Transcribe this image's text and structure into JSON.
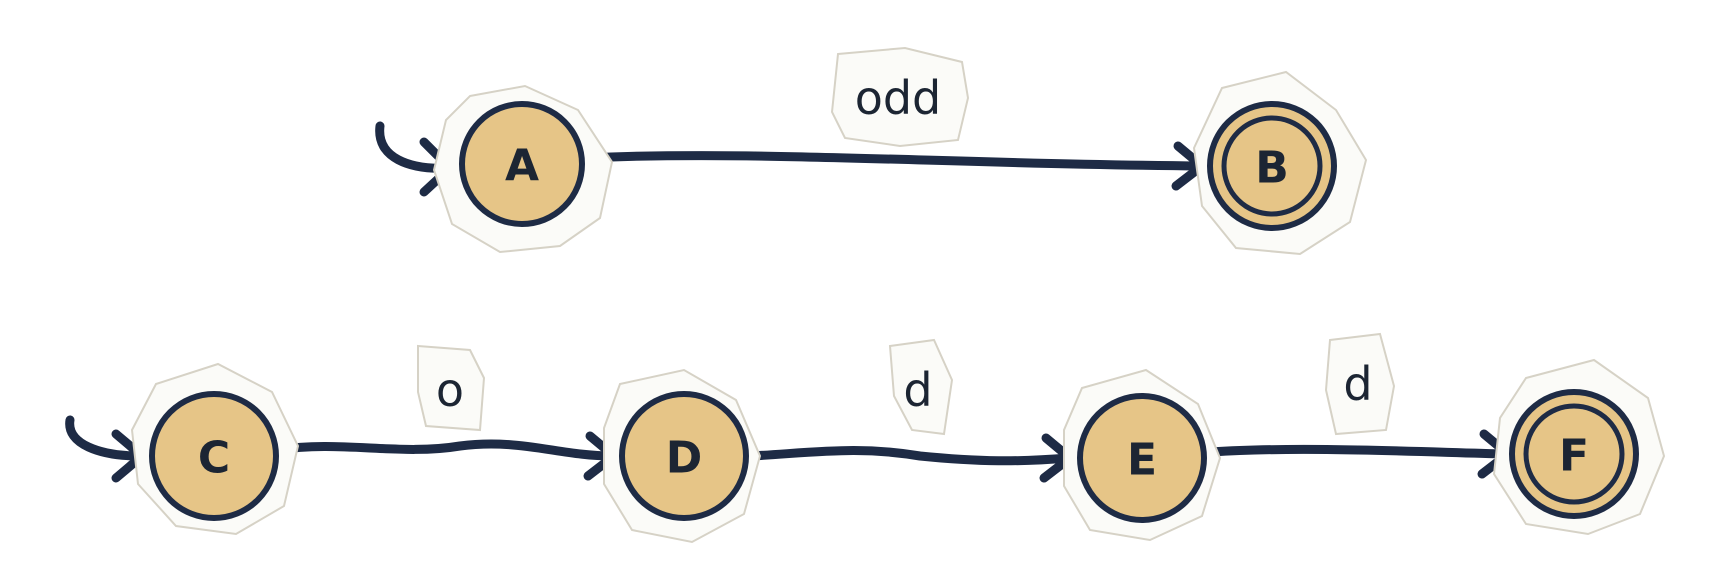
{
  "colors": {
    "node_fill": "#e6c587",
    "ink": "#1e2b45",
    "paper": "#fbfbf8"
  },
  "automata": [
    {
      "states": [
        {
          "label": "A",
          "start": true,
          "accepting": false
        },
        {
          "label": "B",
          "start": false,
          "accepting": true
        }
      ],
      "transitions": [
        {
          "from": "A",
          "to": "B",
          "label": "odd"
        }
      ]
    },
    {
      "states": [
        {
          "label": "C",
          "start": true,
          "accepting": false
        },
        {
          "label": "D",
          "start": false,
          "accepting": false
        },
        {
          "label": "E",
          "start": false,
          "accepting": false
        },
        {
          "label": "F",
          "start": false,
          "accepting": true
        }
      ],
      "transitions": [
        {
          "from": "C",
          "to": "D",
          "label": "o"
        },
        {
          "from": "D",
          "to": "E",
          "label": "d"
        },
        {
          "from": "E",
          "to": "F",
          "label": "d"
        }
      ]
    }
  ]
}
